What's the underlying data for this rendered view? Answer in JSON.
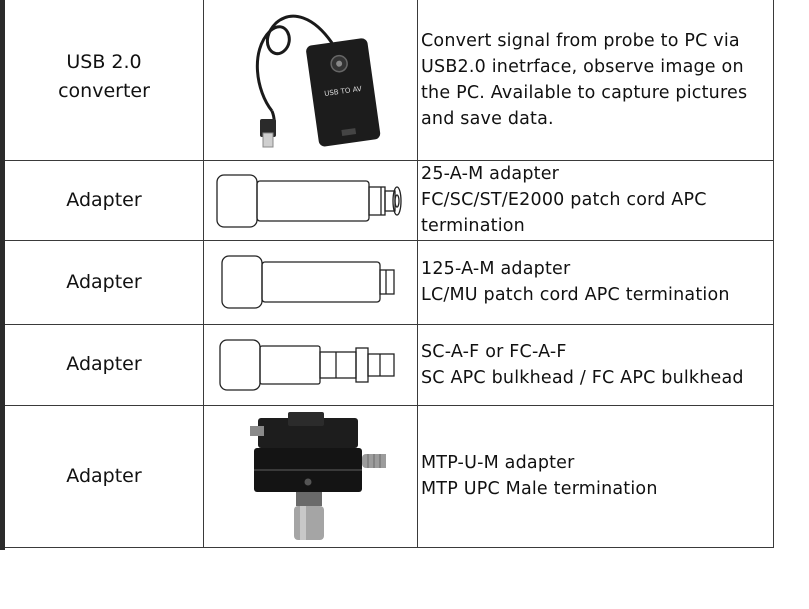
{
  "rows": [
    {
      "name_lines": [
        "USB 2.0",
        "converter"
      ],
      "image": "usb-to-av-converter-photo",
      "device_label": "USB TO AV",
      "desc_lines": [
        "Convert signal from probe to PC via",
        "USB2.0 inetrface, observe image on",
        "the PC. Available to capture pictures",
        "and save data."
      ]
    },
    {
      "name_lines": [
        "Adapter"
      ],
      "image": "25-a-m-adapter-drawing",
      "desc_lines": [
        "25-A-M adapter",
        "FC/SC/ST/E2000 patch cord APC",
        "termination"
      ]
    },
    {
      "name_lines": [
        "Adapter"
      ],
      "image": "125-a-m-adapter-drawing",
      "desc_lines": [
        "125-A-M adapter",
        "LC/MU patch cord APC termination"
      ]
    },
    {
      "name_lines": [
        "Adapter"
      ],
      "image": "sc-fc-a-f-adapter-drawing",
      "desc_lines": [
        "SC-A-F or FC-A-F",
        "SC APC bulkhead / FC APC bulkhead"
      ]
    },
    {
      "name_lines": [
        "Adapter"
      ],
      "image": "mtp-u-m-adapter-photo",
      "desc_lines": [
        "MTP-U-M adapter",
        "MTP UPC Male termination"
      ]
    }
  ]
}
